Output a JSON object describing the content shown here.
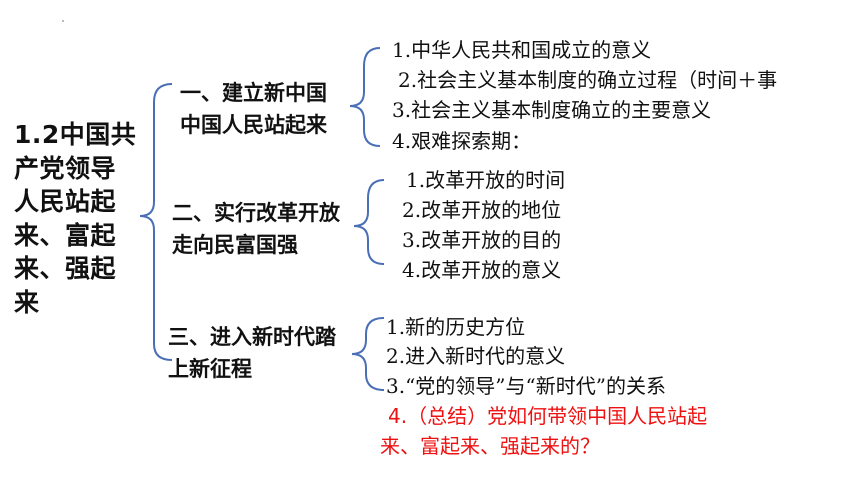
{
  "root": {
    "title": "1.2中国共产党领导人民站起来、富起来、强起来"
  },
  "branches": [
    {
      "label": "一、建立新中国  中国人民站起来",
      "items": [
        "1.中华人民共和国成立的意义",
        "2.社会主义基本制度的确立过程（时间＋事",
        "3.社会主义基本制度确立的主要意义",
        "4.艰难探索期："
      ]
    },
    {
      "label": "二、实行改革开放  走向民富国强",
      "items": [
        "1.改革开放的时间",
        "2.改革开放的地位",
        "3.改革开放的目的",
        "4.改革开放的意义"
      ]
    },
    {
      "label": "三、进入新时代踏上新征程",
      "items": [
        "1.新的历史方位",
        "2.进入新时代的意义",
        "3.“党的领导”与“新时代”的关系"
      ],
      "highlight": {
        "line1": "4.（总结）党如何带领中国人民站起",
        "line2": "来、富起来、强起来的？",
        "color": "#ee1111"
      }
    }
  ],
  "colors": {
    "bracket": "#4a6fb5",
    "text": "#111111",
    "highlight": "#ee1111"
  }
}
